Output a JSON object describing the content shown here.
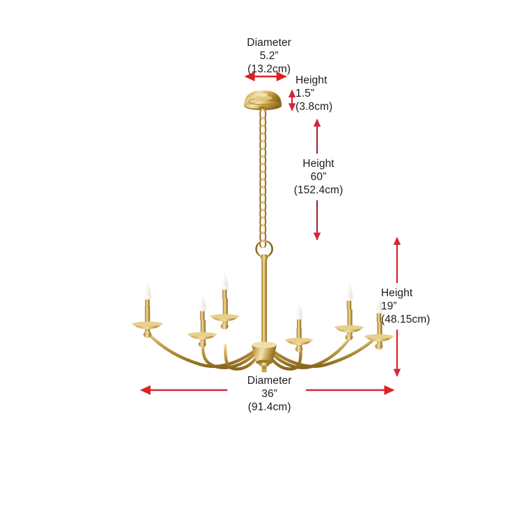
{
  "diagram": {
    "subject": "brass 6-light candle chandelier dimension diagram",
    "background_color": "#ffffff",
    "annotation_color": "#e02020",
    "text_color": "#1b1b1b",
    "brass_colors": {
      "light": "#e3c77e",
      "mid": "#c29a46",
      "dark": "#9a7628",
      "deep": "#7d5d1c",
      "highlight": "#f4e3ae"
    },
    "bulb_color": "#fdfdfb"
  },
  "measurements": {
    "canopy_diameter": {
      "name": "Diameter",
      "inches": "5.2”",
      "metric": "(13.2cm)",
      "type": "horizontal"
    },
    "canopy_height": {
      "name": "Height",
      "inches": "1.5”",
      "metric": "(3.8cm)",
      "type": "vertical"
    },
    "chain_height": {
      "name": "Height",
      "inches": "60”",
      "metric": "(152.4cm)",
      "type": "vertical"
    },
    "fixture_height": {
      "name": "Height",
      "inches": "19”",
      "metric": "(48.15cm)",
      "type": "vertical"
    },
    "fixture_diameter": {
      "name": "Diameter",
      "inches": "36”",
      "metric": "(91.4cm)",
      "type": "horizontal"
    }
  },
  "icons": {
    "arrow_double_horizontal": "double-headed-horizontal-arrow-icon",
    "arrow_double_vertical": "double-headed-vertical-arrow-icon"
  }
}
